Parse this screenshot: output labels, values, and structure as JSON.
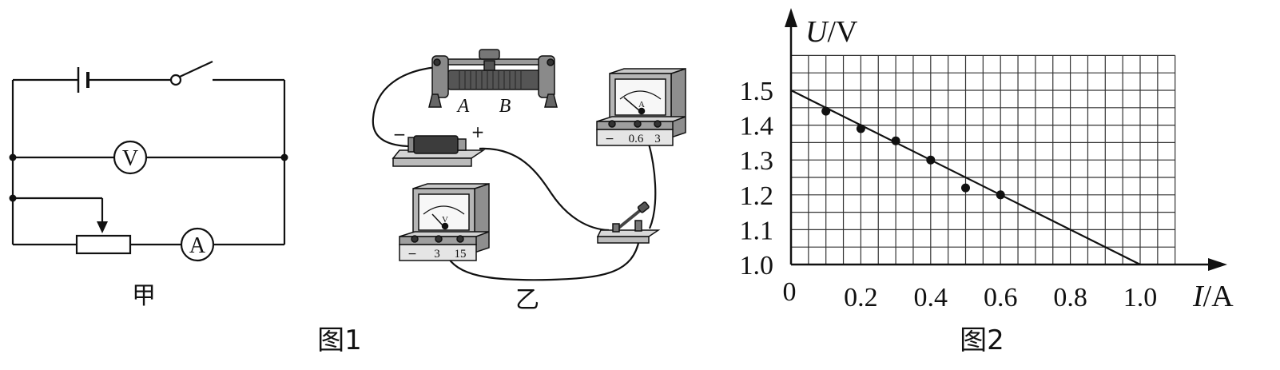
{
  "figure1": {
    "caption": "图1",
    "circuit_jia": {
      "label": "甲",
      "voltmeter_symbol": "V",
      "ammeter_symbol": "A"
    },
    "apparatus_yi": {
      "label": "乙",
      "rheostat_terminal_a": "A",
      "rheostat_terminal_b": "B",
      "battery_negative": "−",
      "battery_positive": "+",
      "ammeter_face_label": "A",
      "ammeter_terminals": [
        "−",
        "0.6",
        "3"
      ],
      "voltmeter_face_label": "V",
      "voltmeter_terminals": [
        "−",
        "3",
        "15"
      ]
    }
  },
  "figure2": {
    "caption": "图2",
    "origin_label": "0",
    "y_axis_label_italic": "U",
    "y_axis_label_unit": "/V",
    "x_axis_label_italic": "I",
    "x_axis_label_unit": "/A",
    "y_tick_labels": [
      "1.5",
      "1.4",
      "1.3",
      "1.2",
      "1.1",
      "1.0"
    ],
    "x_tick_labels": [
      "0.2",
      "0.4",
      "0.6",
      "0.8",
      "1.0"
    ]
  },
  "chart_data": {
    "type": "scatter",
    "title": "",
    "xlabel": "I/A",
    "ylabel": "U/V",
    "xlim": [
      0,
      1.1
    ],
    "ylim": [
      1.0,
      1.6
    ],
    "grid": true,
    "points": [
      {
        "x": 0.1,
        "y": 1.44
      },
      {
        "x": 0.2,
        "y": 1.39
      },
      {
        "x": 0.3,
        "y": 1.355
      },
      {
        "x": 0.4,
        "y": 1.3
      },
      {
        "x": 0.5,
        "y": 1.22
      },
      {
        "x": 0.6,
        "y": 1.2
      }
    ],
    "fit_line": {
      "x": [
        0,
        1.0
      ],
      "y": [
        1.5,
        1.0
      ]
    }
  }
}
